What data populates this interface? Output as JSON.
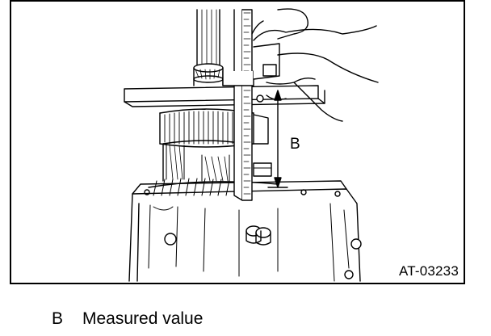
{
  "figure": {
    "code": "AT-03233",
    "callout": "B"
  },
  "legend": [
    {
      "key": "B",
      "text": "Measured value"
    }
  ],
  "icons": {
    "measurement-arrow": "double-headed-vertical-arrow",
    "depth-gauge": "vernier-depth-gauge"
  },
  "colors": {
    "line": "#000000",
    "background": "#ffffff"
  }
}
